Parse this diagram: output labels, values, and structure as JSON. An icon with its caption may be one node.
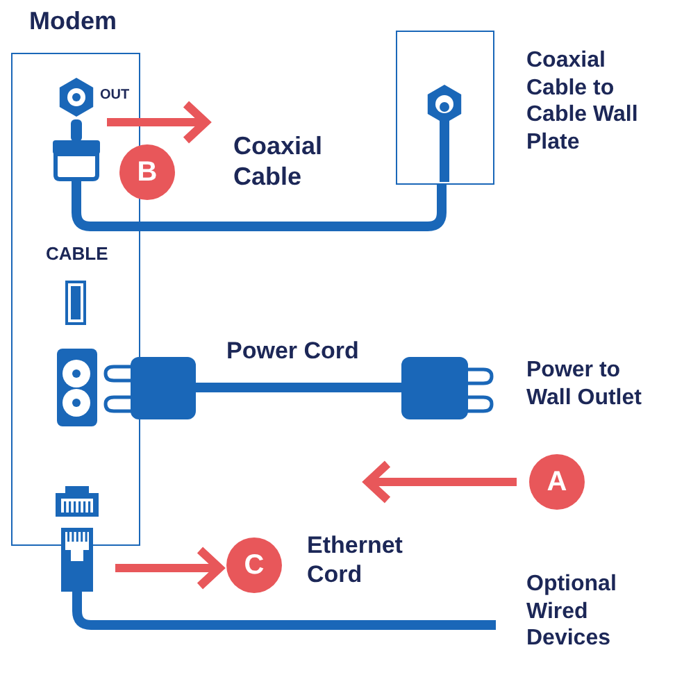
{
  "diagram": {
    "nodes": [
      {
        "text": [
          "Modem"
        ]
      },
      {
        "text": [],
        "shape": "plug",
        "in": 0
      },
      {
        "text": [
          "B"
        ],
        "beside": [
          "Coaxial Cable"
        ]
      },
      {
        "text": [],
        "shape": "box",
        "beside": [
          "Coaxial Cable to Cable Wall Plate"
        ]
      },
      {
        "text": [],
        "shape": "plug"
      },
      {
        "text": [],
        "shape": "plug",
        "beside": [
          "Power to Wall Outlet"
        ]
      },
      {
        "text": [
          "A"
        ]
      },
      {
        "text": [],
        "shape": "plug"
      },
      {
        "text": [
          "C"
        ],
        "beside": [
          "Ethernet Cord"
        ]
      }
    ],
    "edges": [
      {
        "from": 1,
        "to": 3,
        "arrow": "none"
      },
      {
        "from": 4,
        "to": 5,
        "arrow": "none"
      },
      {
        "from": 7,
        "to": null,
        "arrow": "none"
      }
    ],
    "labels": [
      "OUT",
      "CABLE",
      "Power Cord",
      "Optional Wired Devices"
    ]
  }
}
